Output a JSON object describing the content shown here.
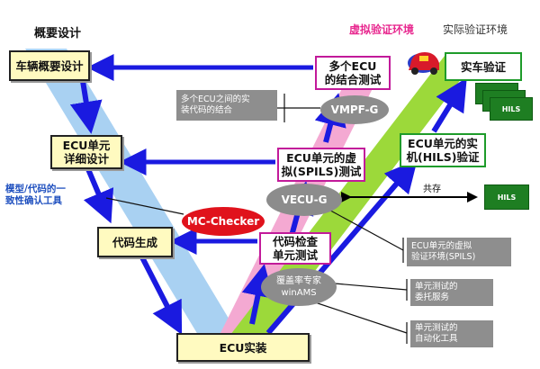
{
  "headers": {
    "outline_design": "概要设计",
    "virtual_env": "虚拟验证环境",
    "real_env": "实际验证环境"
  },
  "boxes": {
    "vehicle_outline": "车辆概要设计",
    "ecu_detail": "ECU单元\n详细设计",
    "code_gen": "代码生成",
    "ecu_impl": "ECU实装",
    "multi_ecu_test": "多个ECU\n的结合测试",
    "ecu_spils_test": "ECU单元的虚\n拟(SPILS)测试",
    "code_check": "代码检查\n单元测试",
    "real_car": "实车验证",
    "ecu_hils": "ECU单元的实\n机(HILS)验证"
  },
  "tools": {
    "vmpf": "VMPF-G",
    "vecu": "VECU-G",
    "mc_checker": "MC-Checker",
    "winams": "覆盖率专家\nwinAMS"
  },
  "notes": {
    "multi_ecu_code": "多个ECU之间的实\n装代码的结合",
    "model_code": "模型/代码的一\n致性确认工具",
    "spils_env": "ECU单元的虚拟\n验证环境(SPILS)",
    "unit_test_outsource": "单元测试的\n委托服务",
    "unit_test_auto": "单元测试的\n自动化工具"
  },
  "coexist": "共存",
  "hils_label": "HILS",
  "colors": {
    "left_band": "#a9d1f2",
    "middle_band": "#f4a9d2",
    "right_band": "#9cd93a",
    "arrow_blue": "#1a1ae0",
    "box_yellow": "#fffac0",
    "pink_border": "#c21a9a",
    "green_border": "#1e9b2a",
    "gray_ellipse": "#8c8c8c",
    "mc_checker_red": "#e0121c",
    "hils_green": "#1e7e22",
    "header_pink": "#e8288f"
  }
}
